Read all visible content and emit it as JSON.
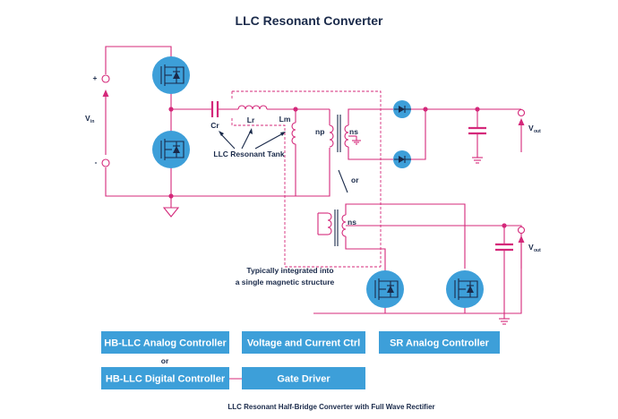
{
  "diagram": {
    "title": "LLC Resonant Converter",
    "caption": "LLC Resonant Half-Bridge Converter with Full Wave Rectifier",
    "labels": {
      "plus": "+",
      "minus": "-",
      "vin_main": "V",
      "vin_sub": "in",
      "cr": "Cr",
      "lr": "Lr",
      "lm": "Lm",
      "np": "np",
      "ns_top": "ns",
      "ns_bottom": "ns",
      "resonant_tank": "LLC Resonant Tank",
      "or_mid": "or",
      "vout_top_main": "V",
      "vout_top_sub": "out",
      "vout_bottom_main": "V",
      "vout_bottom_sub": "out",
      "integrated_line1": "Typically integrated into",
      "integrated_line2": "a single magnetic structure"
    },
    "controller_boxes": {
      "hb_analog": "HB-LLC Analog Controller",
      "or_label": "or",
      "hb_digital": "HB-LLC Digital Controller",
      "voltage_current": "Voltage and Current Ctrl",
      "gate_driver": "Gate Driver",
      "sr_analog": "SR Analog Controller"
    }
  },
  "colors": {
    "wire": "#d4287a",
    "mosfet_fill": "#3d9fd9",
    "box_fill": "#3d9fd9",
    "text": "#1a2a4a"
  }
}
